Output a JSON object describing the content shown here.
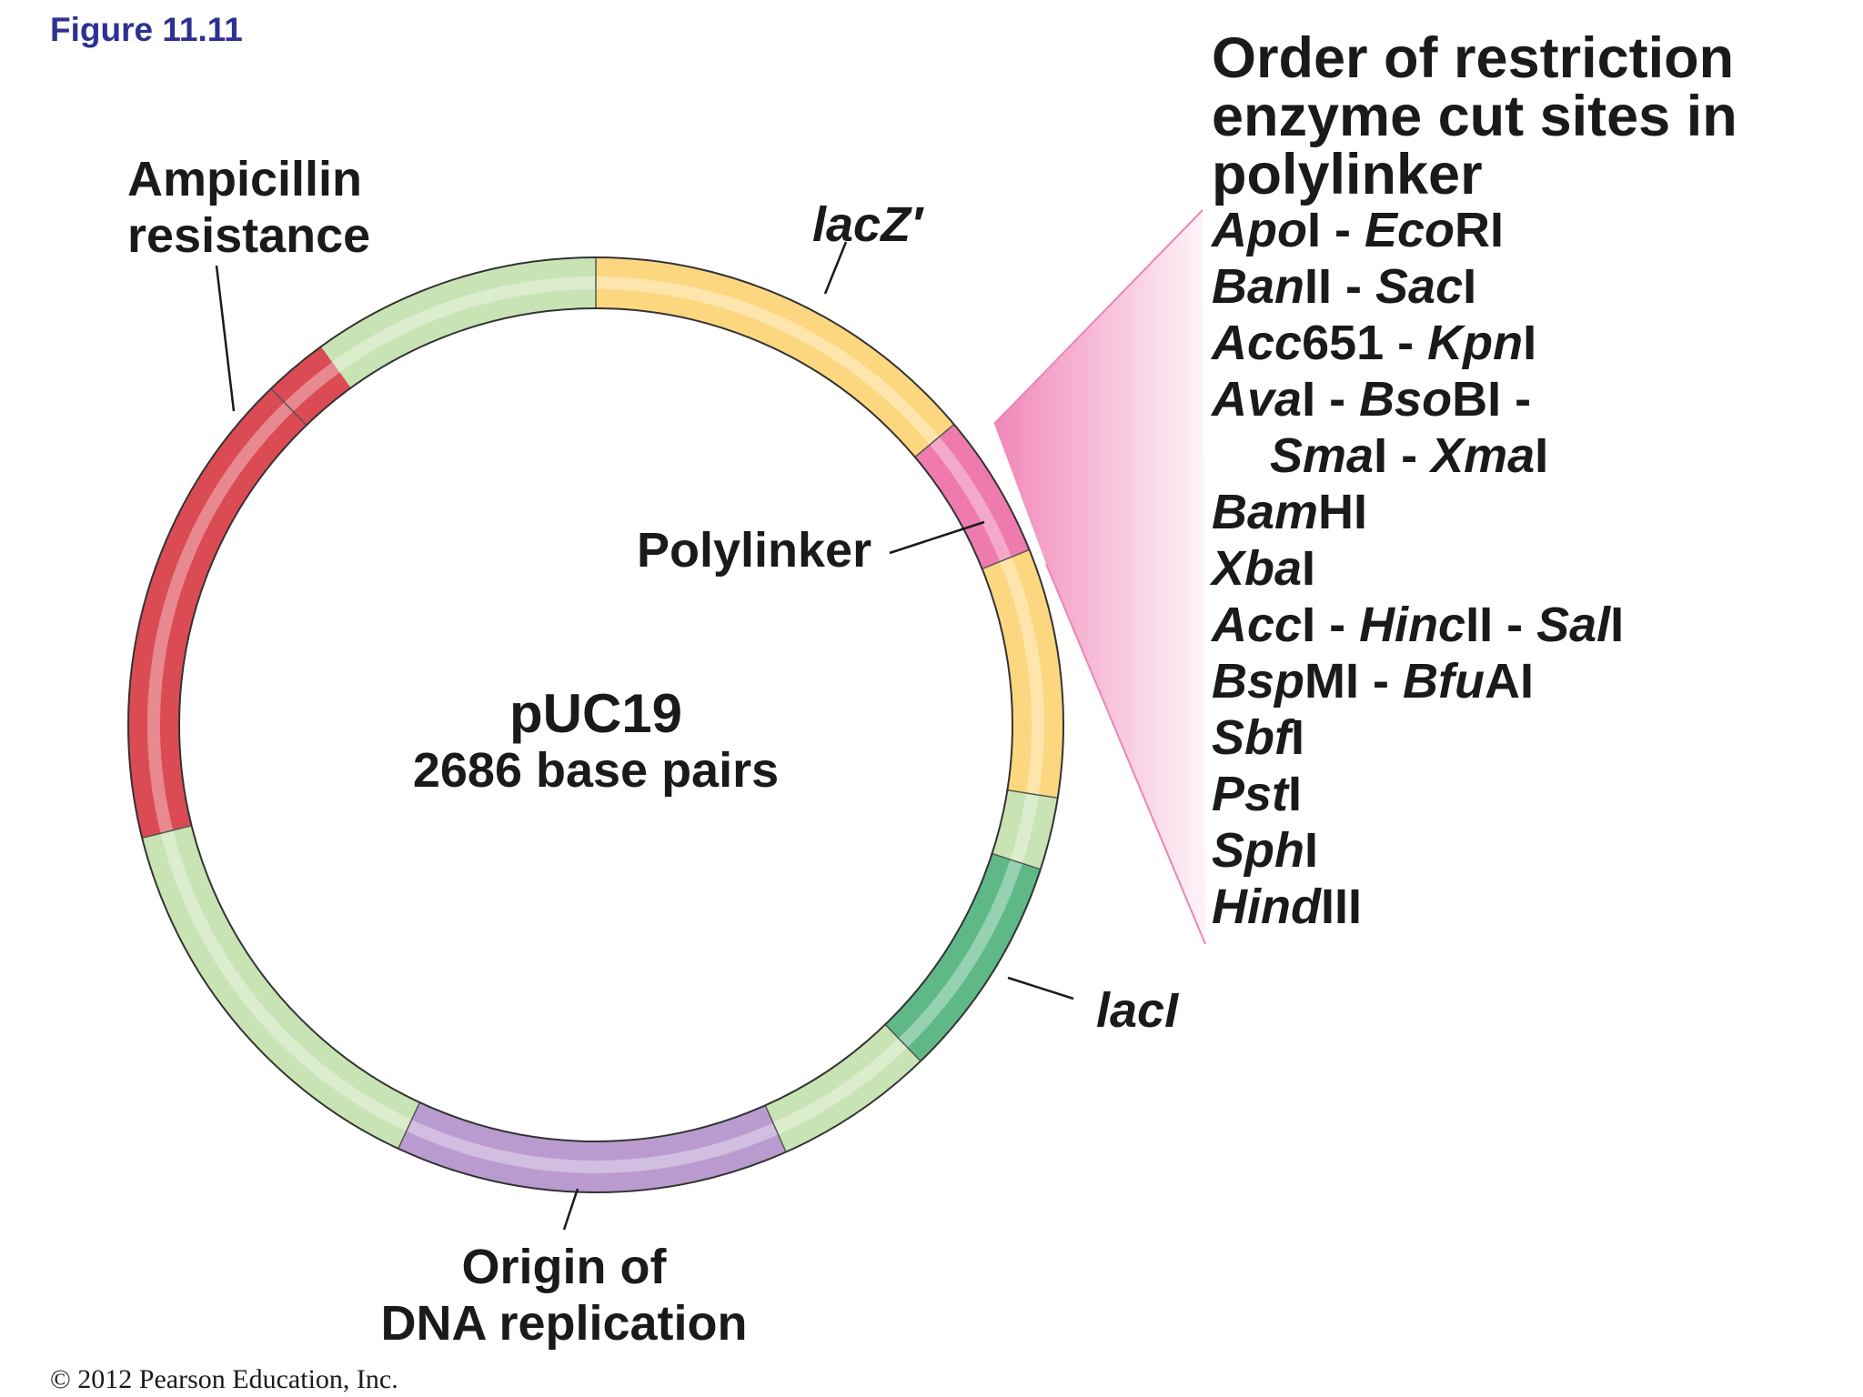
{
  "figure_label": "Figure 11.11",
  "copyright": "© 2012 Pearson Education, Inc.",
  "plasmid": {
    "name": "pUC19",
    "size": "2686 base pairs"
  },
  "labels": {
    "ampicillin": [
      "Ampicillin",
      "resistance"
    ],
    "lacz": "lacZ′",
    "polylinker": "Polylinker",
    "laci": "lacI",
    "origin": [
      "Origin of",
      "DNA replication"
    ]
  },
  "heading": [
    "Order of restriction",
    "enzyme cut sites in",
    "polylinker"
  ],
  "enzymes": [
    {
      "parts": [
        [
          "Apo",
          true
        ],
        [
          "I - ",
          false
        ],
        [
          "Eco",
          true
        ],
        [
          "RI",
          false
        ]
      ]
    },
    {
      "parts": [
        [
          "Ban",
          true
        ],
        [
          "II - ",
          false
        ],
        [
          "Sac",
          true
        ],
        [
          "I",
          false
        ]
      ]
    },
    {
      "parts": [
        [
          "Acc",
          true
        ],
        [
          "651 - ",
          false
        ],
        [
          "Kpn",
          true
        ],
        [
          "I",
          false
        ]
      ]
    },
    {
      "parts": [
        [
          "Ava",
          true
        ],
        [
          "I - ",
          false
        ],
        [
          "Bso",
          true
        ],
        [
          "BI -",
          false
        ]
      ]
    },
    {
      "parts": [
        [
          "Sma",
          true
        ],
        [
          "I - ",
          false
        ],
        [
          "Xma",
          true
        ],
        [
          "I",
          false
        ]
      ],
      "indent": true
    },
    {
      "parts": [
        [
          "Bam",
          true
        ],
        [
          "HI",
          false
        ]
      ]
    },
    {
      "parts": [
        [
          "Xba",
          true
        ],
        [
          "I",
          false
        ]
      ]
    },
    {
      "parts": [
        [
          "Acc",
          true
        ],
        [
          "I - ",
          false
        ],
        [
          "Hinc",
          true
        ],
        [
          "II - ",
          false
        ],
        [
          "Sal",
          true
        ],
        [
          "I",
          false
        ]
      ]
    },
    {
      "parts": [
        [
          "Bsp",
          true
        ],
        [
          "MI - ",
          false
        ],
        [
          "Bfu",
          true
        ],
        [
          "AI",
          false
        ]
      ]
    },
    {
      "parts": [
        [
          "Sbf",
          true
        ],
        [
          "I",
          false
        ]
      ]
    },
    {
      "parts": [
        [
          "Pst",
          true
        ],
        [
          "I",
          false
        ]
      ]
    },
    {
      "parts": [
        [
          "Sph",
          true
        ],
        [
          "I",
          false
        ]
      ]
    },
    {
      "parts": [
        [
          "Hind",
          true
        ],
        [
          "III",
          false
        ]
      ]
    }
  ],
  "segments": [
    {
      "name": "light-green-top",
      "start": -44,
      "end": 0,
      "color": "#c9e4b4"
    },
    {
      "name": "lacz-upper",
      "start": 0,
      "end": 50,
      "color": "#fcd77f"
    },
    {
      "name": "polylinker",
      "start": 50,
      "end": 68,
      "color": "#ee7aae"
    },
    {
      "name": "lacz-lower",
      "start": 68,
      "end": 99,
      "color": "#fcd77f"
    },
    {
      "name": "light-green-right",
      "start": 99,
      "end": 108,
      "color": "#c9e4b4"
    },
    {
      "name": "laci",
      "start": 108,
      "end": 136,
      "color": "#5eb987"
    },
    {
      "name": "light-green-lower-right",
      "start": 136,
      "end": 156,
      "color": "#c9e4b4"
    },
    {
      "name": "origin",
      "start": 156,
      "end": 205,
      "color": "#b99bcf"
    },
    {
      "name": "light-green-lower-left",
      "start": 205,
      "end": 256,
      "color": "#c9e4b4"
    },
    {
      "name": "ampicillin",
      "start": 256,
      "end": 324,
      "color": "#db4b54"
    }
  ],
  "colors": {
    "wedge": "#f081b4",
    "ring_outline": "#333333",
    "figure_label": "#2e3192"
  }
}
